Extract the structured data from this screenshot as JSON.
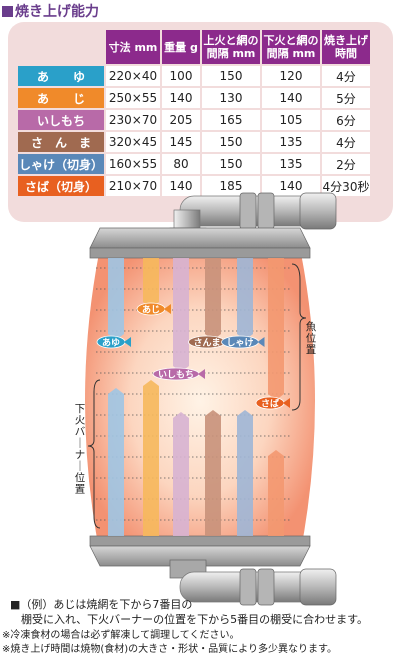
{
  "title": "焼き上げ能力",
  "table": {
    "headers": [
      "寸法 mm",
      "重量 g",
      "上火と網の\n間隔 mm",
      "下火と網の\n間隔 mm",
      "焼き上げ\n時間"
    ],
    "rows": [
      {
        "name": "あ　　ゆ",
        "color": "#2aa0c9",
        "size": "220×40",
        "weight": "100",
        "upper": "150",
        "lower": "120",
        "time": "4分"
      },
      {
        "name": "あ　　じ",
        "color": "#f08a2a",
        "size": "250×55",
        "weight": "140",
        "upper": "130",
        "lower": "140",
        "time": "5分"
      },
      {
        "name": "いしもち",
        "color": "#b86aa8",
        "size": "230×70",
        "weight": "205",
        "upper": "165",
        "lower": "105",
        "time": "6分"
      },
      {
        "name": "さ　ん　ま",
        "color": "#a06a50",
        "size": "320×45",
        "weight": "145",
        "upper": "150",
        "lower": "135",
        "time": "4分"
      },
      {
        "name": "しゃけ（切身）",
        "color": "#5a88b8",
        "size": "160×55",
        "weight": "80",
        "upper": "150",
        "lower": "135",
        "time": "2分"
      },
      {
        "name": "さば（切身）",
        "color": "#e86020",
        "size": "210×70",
        "weight": "140",
        "upper": "185",
        "lower": "140",
        "time": "4分30秒"
      }
    ]
  },
  "diagram": {
    "fish_position_label": "魚位置",
    "burner_position_label": "下火バーナー位置",
    "tags": {
      "aji": "あじ",
      "ayu": "あゆ",
      "sanma": "さんま",
      "shake": "しゃけ",
      "ishimochi": "いしもち",
      "saba": "さば"
    }
  },
  "notes": {
    "example_line1": "■（例）あじは焼網を下から7番目の",
    "example_line2": "　棚受に入れ、下火バーナーの位置を下から5番目の棚受に合わせます。",
    "footnote1": "※冷凍食材の場合は必ず解凍して調理してください。",
    "footnote2": "※焼き上げ時間は焼物(食材)の大きさ・形状・品質により多少異なります。"
  }
}
